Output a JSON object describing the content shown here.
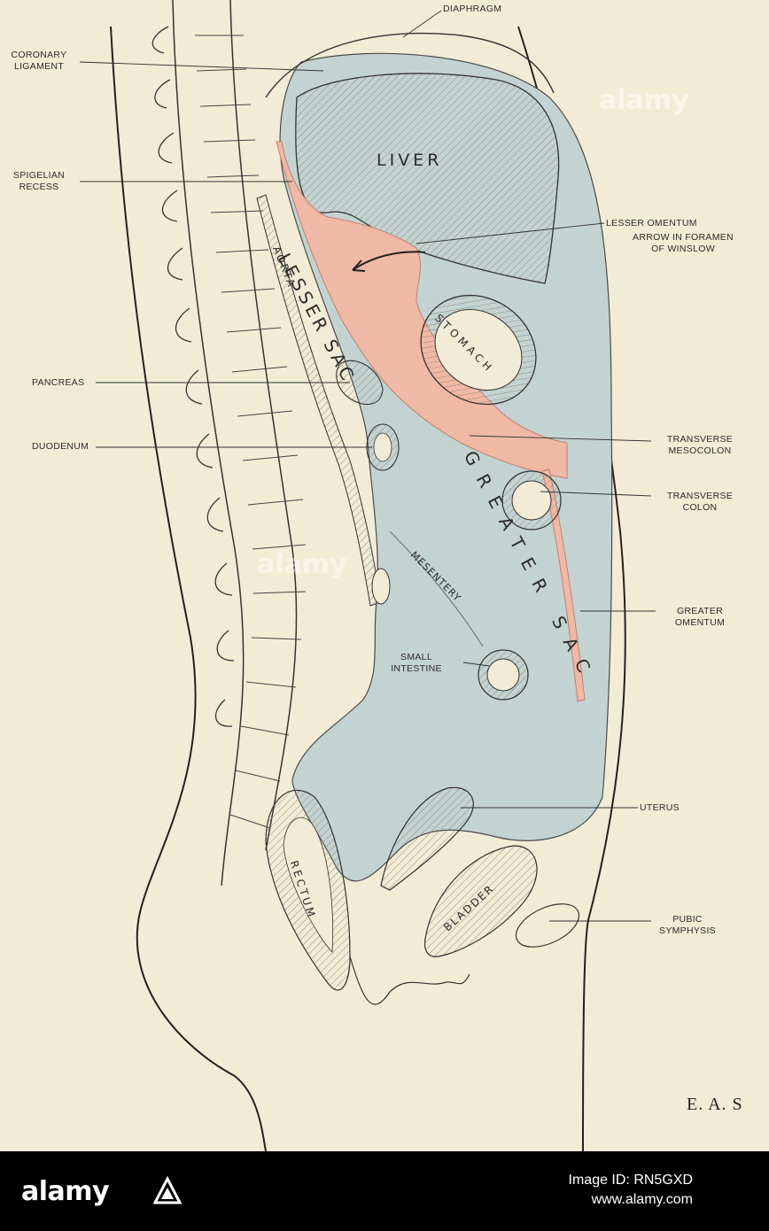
{
  "labels": {
    "diaphragm": "DIAPHRAGM",
    "coronary_ligament": "CORONARY\nLIGAMENT",
    "spigelian_recess": "SPIGELIAN\nRECESS",
    "pancreas": "PANCREAS",
    "duodenum": "DUODENUM",
    "lesser_omentum": "LESSER OMENTUM",
    "arrow_foramen": "ARROW IN FORAMEN\nOF WINSLOW",
    "transverse_mesocolon": "TRANSVERSE\nMESOCOLON",
    "transverse_colon": "TRANSVERSE\nCOLON",
    "greater_omentum": "GREATER\nOMENTUM",
    "small_intestine": "SMALL\nINTESTINE",
    "uterus": "UTERUS",
    "pubic_symphysis": "PUBIC\nSYMPHYSIS"
  },
  "organs": {
    "liver": "LIVER",
    "stomach": "STOMACH",
    "lesser_sac": "LESSER SAC",
    "greater_sac": "GREATER SAC",
    "aorta": "AORTA",
    "mesentery": "MESENTERY",
    "rectum": "RECTUM",
    "bladder": "BLADDER"
  },
  "signature": "E. A. S",
  "footer": {
    "brand": "alamy",
    "image_id": "Image ID: RN5GXD",
    "site": "www.alamy.com",
    "watermark": "alamy"
  },
  "colors": {
    "paper": "#f2ecd6",
    "greater_sac": "#c3d3d1",
    "lesser_sac": "#f0b9a5",
    "ink": "#2a2a2a"
  }
}
